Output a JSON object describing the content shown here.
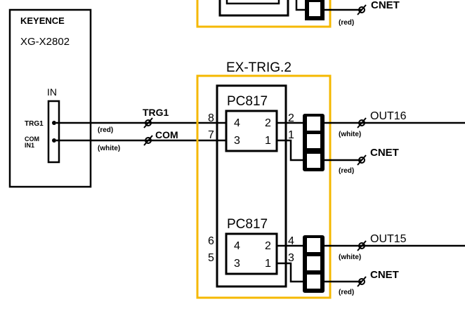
{
  "device": {
    "brand": "KEYENCE",
    "model": "XG-X2802",
    "port_label": "IN",
    "pins": [
      {
        "label": "TRG1",
        "wire_color": "(red)"
      },
      {
        "label": "COM IN1",
        "label_line1": "COM",
        "label_line2": "IN1",
        "wire_color": "(white)"
      }
    ]
  },
  "wire_tags": {
    "trg": "TRG1",
    "com": "COM"
  },
  "board": {
    "title": "EX-TRIG.2",
    "frame_color": "#f5b800",
    "optocouplers": [
      {
        "part": "PC817",
        "input_pins": [
          "8",
          "7"
        ],
        "chip_left_pins": [
          "4",
          "3"
        ],
        "chip_right_pins": [
          "2",
          "1"
        ],
        "output_pins": [
          "2",
          "1"
        ],
        "outputs": [
          {
            "signal": "OUT16",
            "wire_color": "(white)"
          },
          {
            "signal": "CNET",
            "wire_color": "(red)"
          }
        ]
      },
      {
        "part": "PC817",
        "input_pins": [
          "6",
          "5"
        ],
        "chip_left_pins": [
          "4",
          "3"
        ],
        "chip_right_pins": [
          "2",
          "1"
        ],
        "output_pins": [
          "4",
          "3"
        ],
        "outputs": [
          {
            "signal": "OUT15",
            "wire_color": "(white)"
          },
          {
            "signal": "CNET",
            "wire_color": "(red)"
          }
        ]
      }
    ]
  },
  "top_partial": {
    "signal": "CNET",
    "wire_color": "(red)"
  }
}
